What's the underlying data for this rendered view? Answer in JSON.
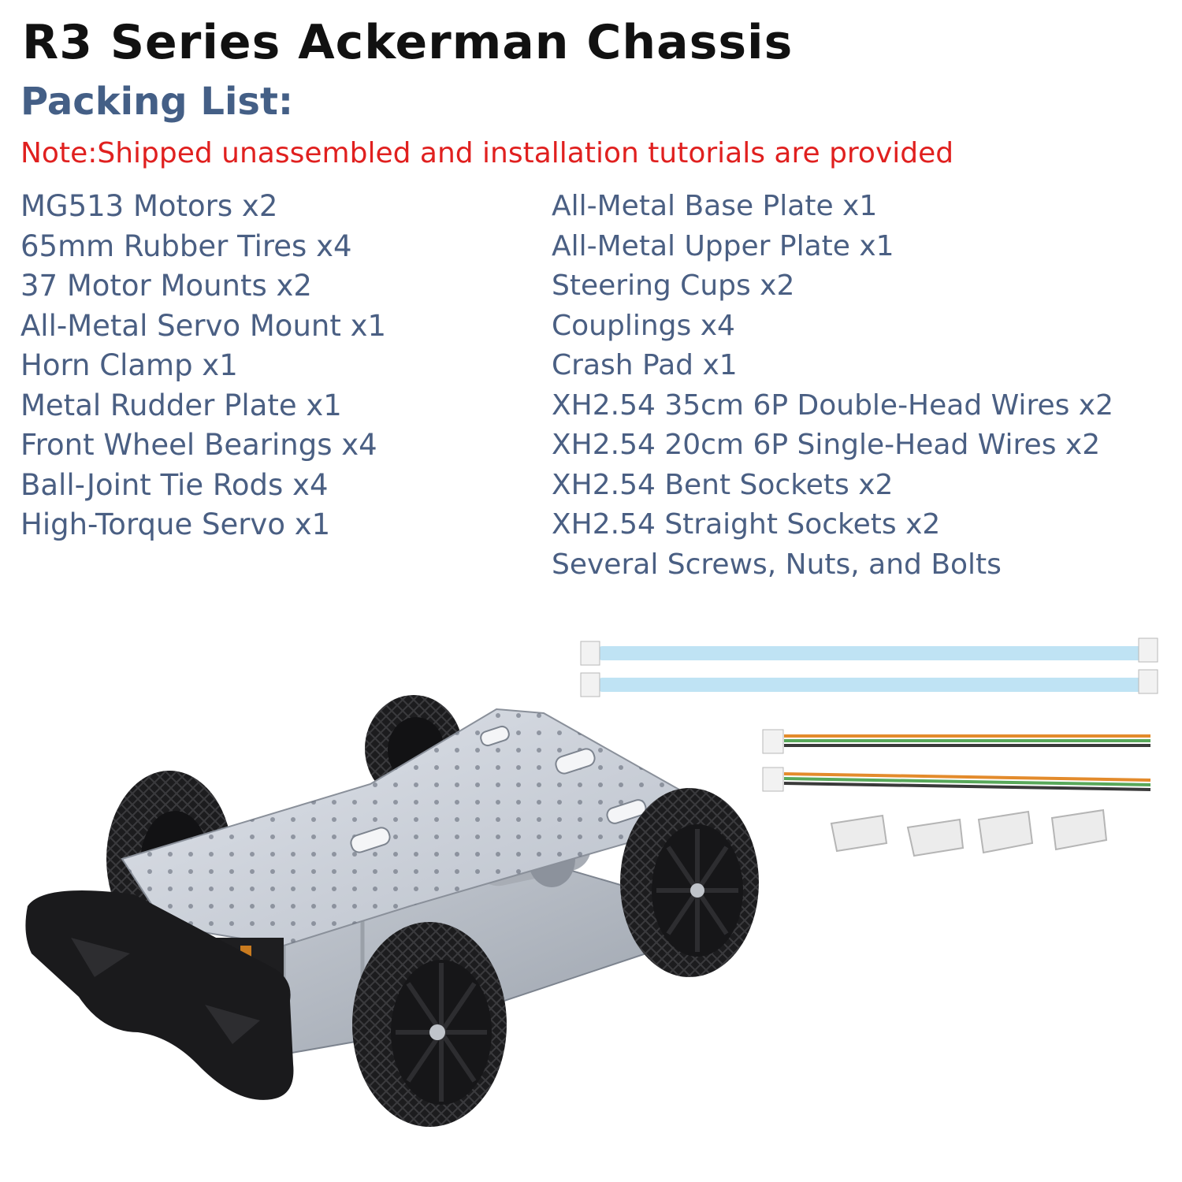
{
  "header": {
    "title": "R3 Series Ackerman Chassis",
    "subtitle": "Packing List:",
    "note": "Note:Shipped unassembled and installation tutorials are provided"
  },
  "packing_list": {
    "left": [
      "MG513 Motors x2",
      "65mm Rubber Tires x4",
      "37 Motor Mounts x2",
      "All-Metal Servo Mount x1",
      "Horn Clamp x1",
      "Metal Rudder Plate x1",
      "Front Wheel Bearings x4",
      "Ball-Joint Tie Rods x4",
      "High-Torque Servo x1"
    ],
    "right": [
      "All-Metal Base Plate x1",
      "All-Metal Upper Plate x1",
      "Steering Cups x2",
      "Couplings x4",
      "Crash Pad x1",
      "XH2.54 35cm 6P Double-Head Wires x2",
      "XH2.54 20cm 6P Single-Head Wires x2",
      "XH2.54 Bent Sockets x2",
      "XH2.54 Straight Sockets x2",
      "Several Screws, Nuts, and Bolts"
    ]
  },
  "colors": {
    "title": "#111111",
    "subtitle": "#445f86",
    "note": "#e0201f",
    "list_text": "#4a5f83"
  }
}
